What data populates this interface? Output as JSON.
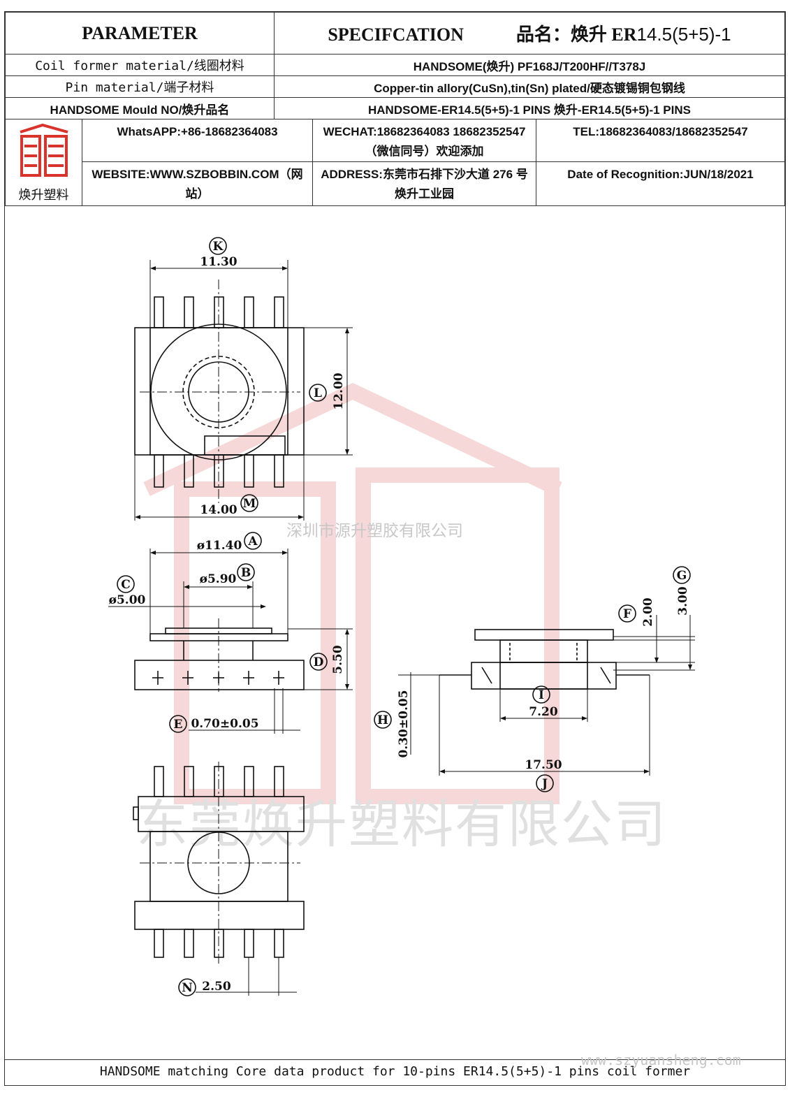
{
  "header": {
    "parameter": "PARAMETER",
    "specification": "SPECIFCATION",
    "product_label": "品名：焕升 ER",
    "product_model": "14.5(5+5)-1"
  },
  "rows": [
    {
      "label": "Coil former material/线圈材料",
      "value": "HANDSOME(焕升)  PF168J/T200HF//T378J"
    },
    {
      "label": "Pin material/端子材料",
      "value": "Copper-tin allory(CuSn),tin(Sn) plated/硬态镀锡铜包钢线"
    },
    {
      "label": "HANDSOME Mould NO/焕升品名",
      "value": "HANDSOME-ER14.5(5+5)-1 PINS   焕升-ER14.5(5+5)-1 PINS"
    }
  ],
  "contact": {
    "logo_text": "焕升塑料",
    "whatsapp": "WhatsAPP:+86-18682364083",
    "wechat": "WECHAT:18682364083 18682352547（微信同号）欢迎添加",
    "tel": "TEL:18682364083/18682352547",
    "website": "WEBSITE:WWW.SZBOBBIN.COM（网站）",
    "address": "ADDRESS:东莞市石排下沙大道 276 号焕升工业园",
    "date": "Date of Recognition:JUN/18/2021"
  },
  "drawing": {
    "K": {
      "letter": "K",
      "value": "11.30"
    },
    "L": {
      "letter": "L",
      "value": "12.00"
    },
    "M": {
      "letter": "M",
      "value": "14.00"
    },
    "A": {
      "letter": "A",
      "value": "ø11.40"
    },
    "B": {
      "letter": "B",
      "value": "ø5.90"
    },
    "C": {
      "letter": "C",
      "value": "ø5.00"
    },
    "D": {
      "letter": "D",
      "value": "5.50"
    },
    "E": {
      "letter": "E",
      "value": "0.70±0.05"
    },
    "F": {
      "letter": "F",
      "value": "2.00"
    },
    "G": {
      "letter": "G",
      "value": "3.00"
    },
    "H": {
      "letter": "H",
      "value": "0.30±0.05"
    },
    "I": {
      "letter": "I",
      "value": "7.20"
    },
    "J": {
      "letter": "J",
      "value": "17.50"
    },
    "N": {
      "letter": "N",
      "value": "2.50"
    }
  },
  "watermarks": {
    "company_small": "深圳市源升塑胶有限公司",
    "company_large": "东莞焕升塑料有限公司",
    "site": "www.szyuansheng.com"
  },
  "footer": "HANDSOME matching Core data  product for 10-pins ER14.5(5+5)-1 pins coil former",
  "colors": {
    "line": "#111111",
    "logo_red": "#d9332b",
    "watermark_red": "#f6d8d8"
  }
}
